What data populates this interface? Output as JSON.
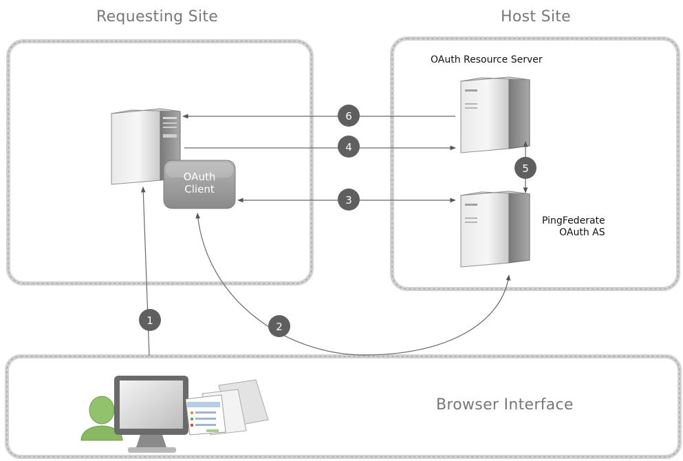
{
  "sites": {
    "requesting": {
      "title": "Requesting Site"
    },
    "host": {
      "title": "Host Site"
    },
    "browser": {
      "title": "Browser Interface"
    }
  },
  "servers": {
    "resource": {
      "label": "OAuth Resource Server",
      "icon": "server-tower-icon"
    },
    "as": {
      "label_line1": "PingFederate",
      "label_line2": "OAuth AS",
      "icon": "server-tower-icon"
    },
    "client_host": {
      "icon": "server-tower-icon"
    }
  },
  "client": {
    "line1": "OAuth",
    "line2": "Client"
  },
  "user": {
    "icons": [
      "user-icon",
      "monitor-icon",
      "documents-icon"
    ]
  },
  "steps": [
    "1",
    "2",
    "3",
    "4",
    "5",
    "6"
  ],
  "colors": {
    "badge": "#5f5f5f",
    "box_border": "#c8c8c8",
    "arrow": "#666666",
    "client_box": "#9d9d9d",
    "user_green": "#8fbf6b"
  }
}
